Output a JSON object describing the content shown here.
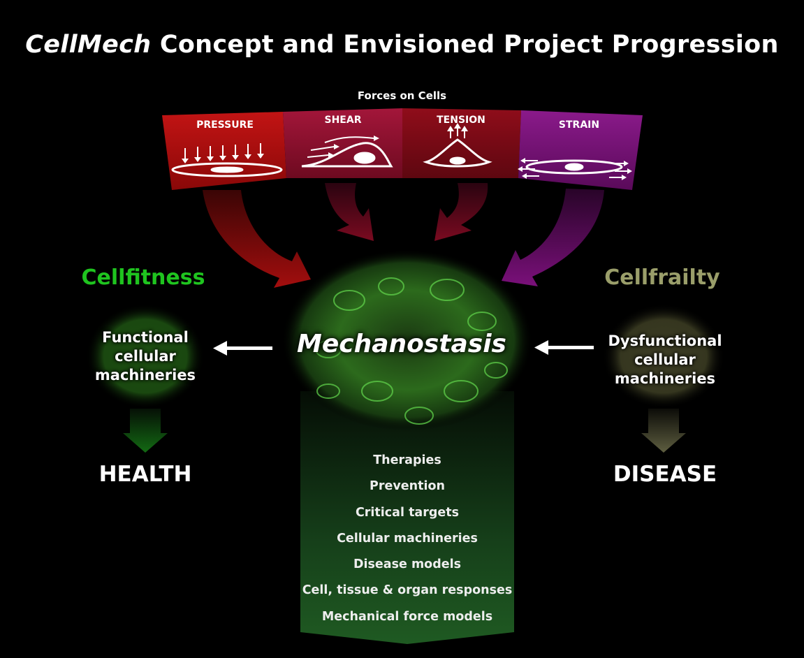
{
  "title": {
    "italic": "CellMech",
    "rest": " Concept and Envisioned Project Progression"
  },
  "forces_label": "Forces on Cells",
  "forces": [
    {
      "label": "PRESSURE",
      "color": "#b30e0e"
    },
    {
      "label": "SHEAR",
      "color": "#8a0f25"
    },
    {
      "label": "TENSION",
      "color": "#7a0a14"
    },
    {
      "label": "STRAIN",
      "color": "#7a0f7a"
    }
  ],
  "cellfitness": "Cellfitness",
  "cellfrailty": "Cellfrailty",
  "left_circle": [
    "Functional",
    "cellular",
    "machineries"
  ],
  "right_circle": [
    "Dysfunctional",
    "cellular",
    "machineries"
  ],
  "center": "Mechanostasis",
  "health": "HEALTH",
  "disease": "DISEASE",
  "list": [
    "Therapies",
    "Prevention",
    "Critical targets",
    "Cellular machineries",
    "Disease models",
    "Cell, tissue & organ responses",
    "Mechanical force models"
  ],
  "colors": {
    "green": "#1fc41f",
    "olive": "#9a9e6a",
    "pressure": "#b30e0e",
    "strain": "#7a0f7a"
  }
}
